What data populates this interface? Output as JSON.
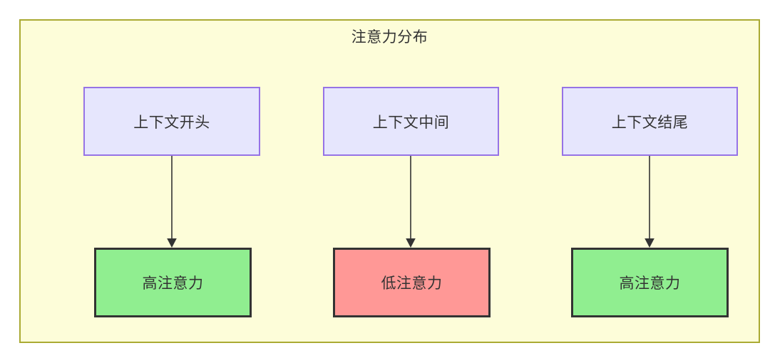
{
  "diagram": {
    "title": "注意力分布",
    "container": {
      "fill": "#fdfdd9",
      "stroke": "#aaaa33"
    },
    "context_nodes": [
      {
        "id": "ctx-start",
        "label": "上下文开头",
        "fill": "#e6e6fd",
        "stroke": "#9673e6"
      },
      {
        "id": "ctx-middle",
        "label": "上下文中间",
        "fill": "#e6e6fd",
        "stroke": "#9673e6"
      },
      {
        "id": "ctx-end",
        "label": "上下文结尾",
        "fill": "#e6e6fd",
        "stroke": "#9673e6"
      }
    ],
    "attention_nodes": [
      {
        "id": "attn-high-start",
        "label": "高注意力",
        "fill": "#90ee90",
        "stroke": "#333333"
      },
      {
        "id": "attn-low-middle",
        "label": "低注意力",
        "fill": "#ff9896",
        "stroke": "#333333"
      },
      {
        "id": "attn-high-end",
        "label": "高注意力",
        "fill": "#90ee90",
        "stroke": "#333333"
      }
    ],
    "edges": [
      {
        "id": "edge-start",
        "from": "上下文开头",
        "to": "高注意力",
        "label": "",
        "stroke": "#333333"
      },
      {
        "id": "edge-middle",
        "from": "上下文中间",
        "to": "低注意力",
        "label": "",
        "stroke": "#333333"
      },
      {
        "id": "edge-end",
        "from": "上下文结尾",
        "to": "高注意力",
        "label": "",
        "stroke": "#333333"
      }
    ]
  }
}
